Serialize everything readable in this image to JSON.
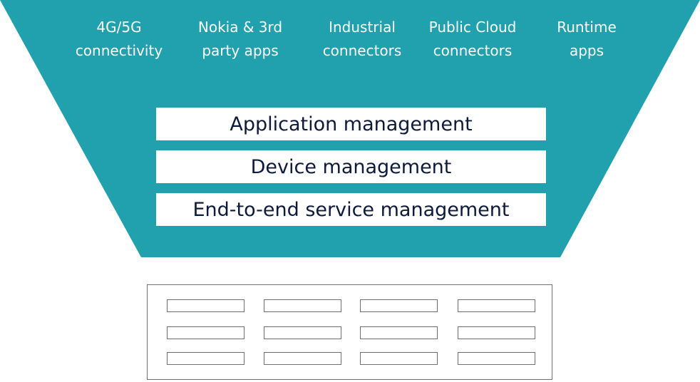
{
  "colors": {
    "funnel": "#21a1ad",
    "bar_text": "#0d1a3a",
    "outline": "#6f6f6f"
  },
  "top_labels": [
    "4G/5G\nconnectivity",
    "Nokia & 3rd\nparty apps",
    "Industrial\nconnectors",
    "Public Cloud\nconnectors",
    "Runtime\napps"
  ],
  "management_layers": [
    "Application management",
    "Device management",
    "End-to-end service management"
  ],
  "edge_device": {
    "rows": 3,
    "columns": 4
  }
}
